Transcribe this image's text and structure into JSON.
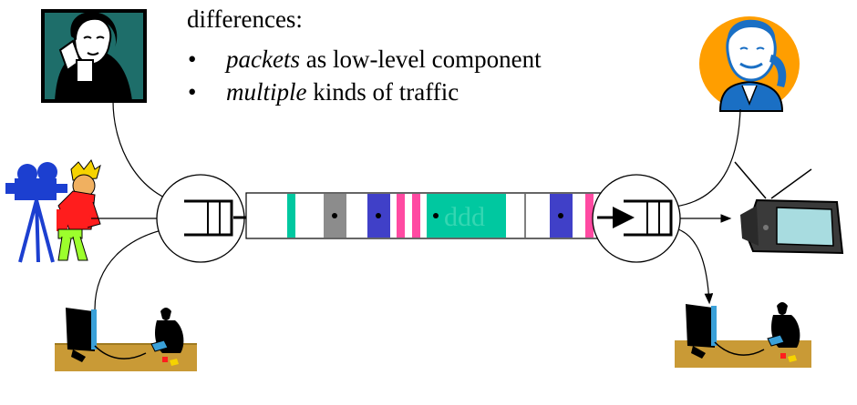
{
  "heading": "differences:",
  "bullets": [
    {
      "symbol": "•",
      "emph": "packets",
      "rest": " as low-level component"
    },
    {
      "symbol": "•",
      "emph": "multiple",
      "rest": " kinds of traffic"
    }
  ],
  "cell_label": "ddd",
  "colors": {
    "teal": "#00c8a0",
    "gray": "#8c8c8c",
    "blue": "#4040c8",
    "pink": "#ff4aa2",
    "ground": "#c99a36",
    "phone_bg": "#1e6e6a",
    "man_bg": "#ff9e00",
    "tv_screen": "#a8dce0"
  }
}
